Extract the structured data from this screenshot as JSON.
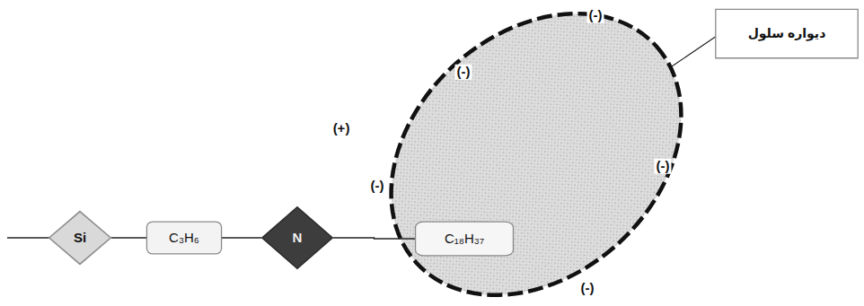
{
  "diagram": {
    "nodes": [
      {
        "text": [
          "Si"
        ]
      },
      {
        "text": [
          "C₃H₆"
        ]
      },
      {
        "text": [
          "N"
        ]
      },
      {
        "text": [
          "C₁₈H₃₇"
        ]
      },
      {
        "text": [
          "دیواره سلول"
        ]
      }
    ],
    "edges": [
      {
        "from": 0,
        "to": 1,
        "arrow": "none"
      },
      {
        "from": 1,
        "to": 2,
        "arrow": "none"
      },
      {
        "from": 2,
        "to": 3,
        "arrow": "none"
      }
    ],
    "labels": [
      "(+)",
      "(-)",
      "(-)",
      "(-)",
      "(-)",
      "(-)"
    ]
  }
}
